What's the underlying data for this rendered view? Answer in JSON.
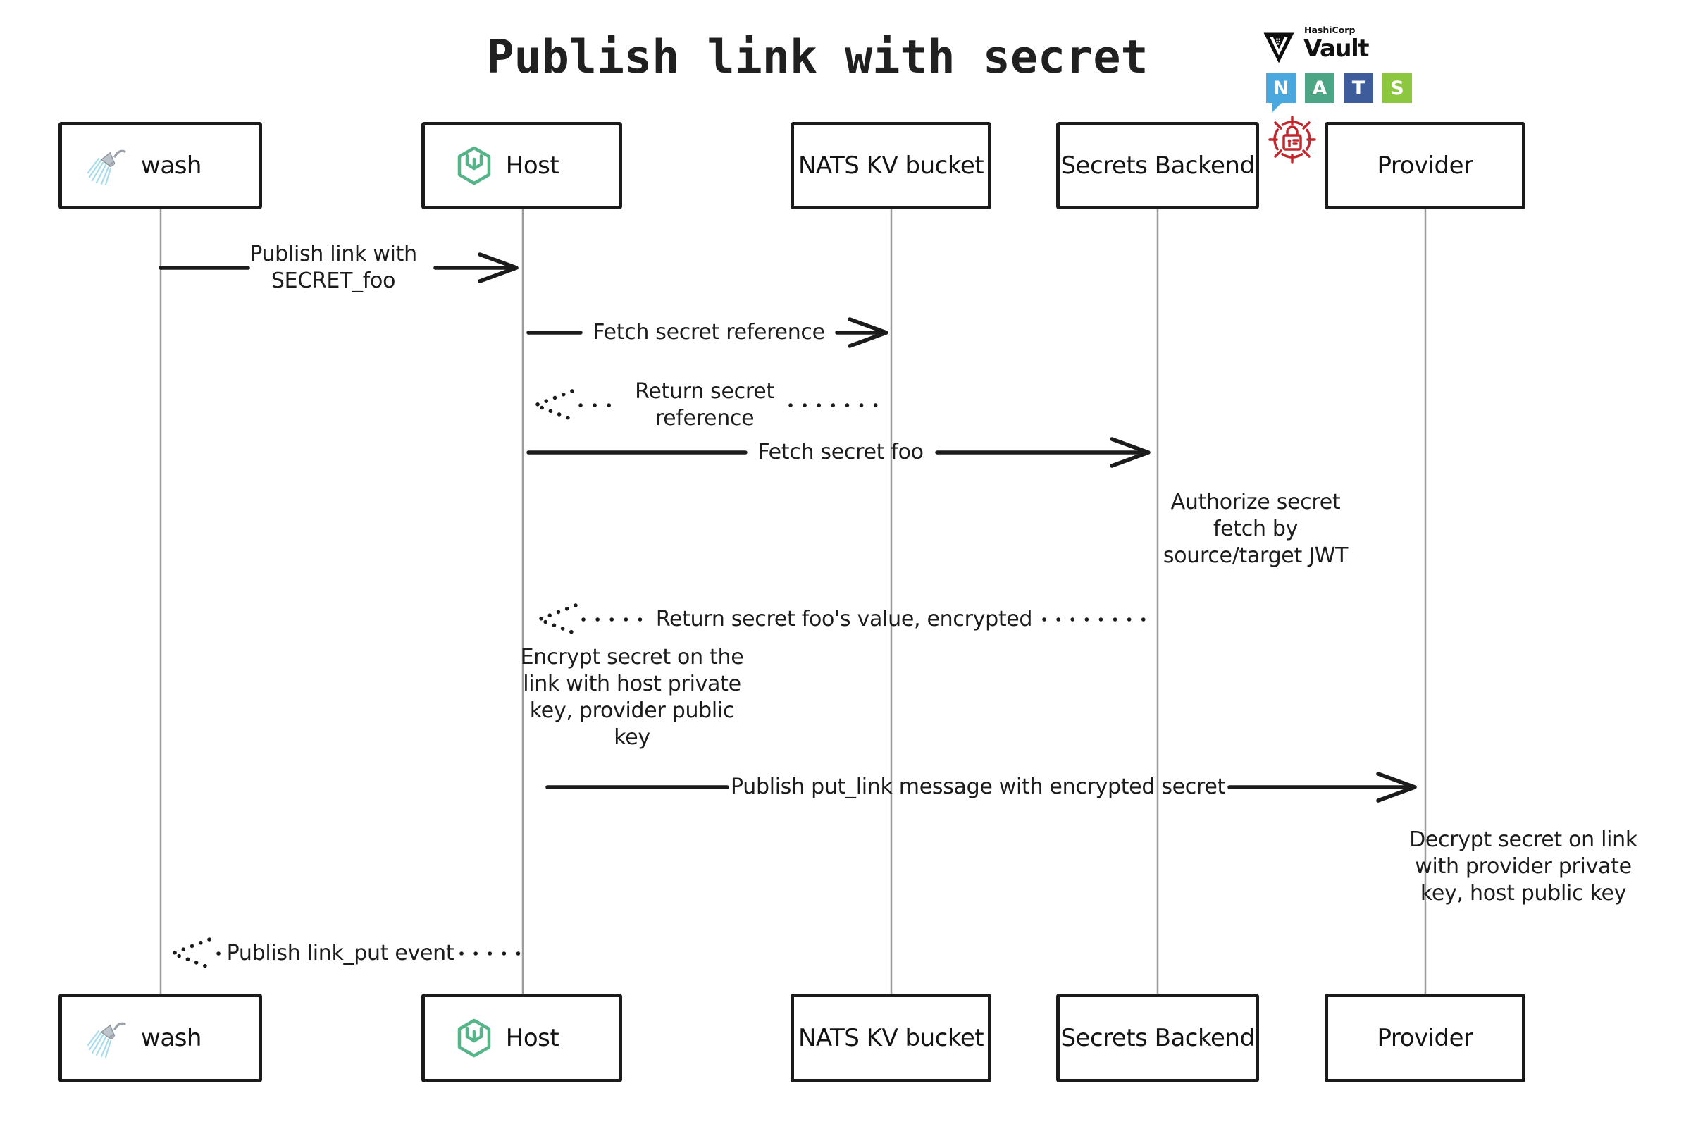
{
  "title": "Publish link with secret",
  "colors": {
    "ink": "#1b1b1b",
    "lifeline": "#9b9b9b",
    "red": "#c0282e",
    "nats_n": "#4aa8de",
    "nats_a": "#4ca585",
    "nats_t": "#3e5c9a",
    "nats_s": "#8dc63f",
    "hex_green": "#55b589",
    "spray_blue": "#a8dcec"
  },
  "logos": {
    "vault_company": "HashiCorp",
    "vault_product": "Vault",
    "nats_letters": [
      "N",
      "A",
      "T",
      "S"
    ]
  },
  "actors": [
    {
      "label": "wash",
      "icon": "shower-icon"
    },
    {
      "label": "Host",
      "icon": "wasmcloud-hexagon-icon"
    },
    {
      "label": "NATS KV bucket"
    },
    {
      "label": "Secrets Backend"
    },
    {
      "label": "Provider"
    }
  ],
  "messages": [
    {
      "from": "wash",
      "to": "Host",
      "style": "solid",
      "label": "Publish link with\nSECRET_foo"
    },
    {
      "from": "Host",
      "to": "NATS KV bucket",
      "style": "solid",
      "label": "Fetch secret reference"
    },
    {
      "from": "NATS KV bucket",
      "to": "Host",
      "style": "dotted",
      "label": "Return secret\nreference"
    },
    {
      "from": "Host",
      "to": "Secrets Backend",
      "style": "solid",
      "label": "Fetch secret foo"
    },
    {
      "from": "Secrets Backend",
      "to": "Host",
      "style": "dotted",
      "label": "Return secret foo's value, encrypted"
    },
    {
      "from": "Host",
      "to": "Provider",
      "style": "solid",
      "label": "Publish put_link message with encrypted secret"
    },
    {
      "from": "Host",
      "to": "wash",
      "style": "dotted",
      "label": "Publish link_put event"
    }
  ],
  "notes": [
    {
      "near": "Secrets Backend",
      "text": "Authorize secret\nfetch by\nsource/target JWT"
    },
    {
      "near": "Host",
      "text": "Encrypt secret on the\nlink with host private\nkey, provider public\nkey"
    },
    {
      "near": "Provider",
      "text": "Decrypt secret on link\nwith provider private\nkey, host public key"
    }
  ]
}
